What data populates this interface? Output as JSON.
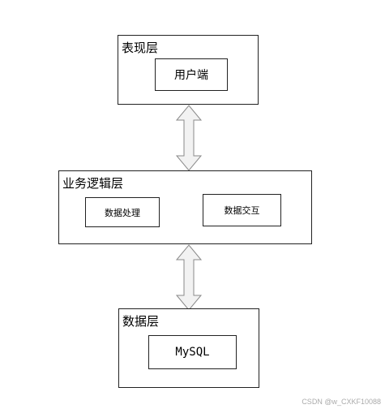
{
  "diagram": {
    "presentation": {
      "title": "表现层",
      "modules": [
        "用户端"
      ]
    },
    "business": {
      "title": "业务逻辑层",
      "modules": [
        "数据处理",
        "数据交互"
      ]
    },
    "data": {
      "title": "数据层",
      "modules": [
        "MySQL"
      ]
    },
    "watermark": "CSDN @w_CXKF10088"
  },
  "colors": {
    "line": "#222222",
    "arrow_fill": "#f2f2f2",
    "arrow_stroke": "#8a8a8a",
    "watermark": "#aaaaaa"
  },
  "icons": [
    "double-arrow-icon"
  ]
}
